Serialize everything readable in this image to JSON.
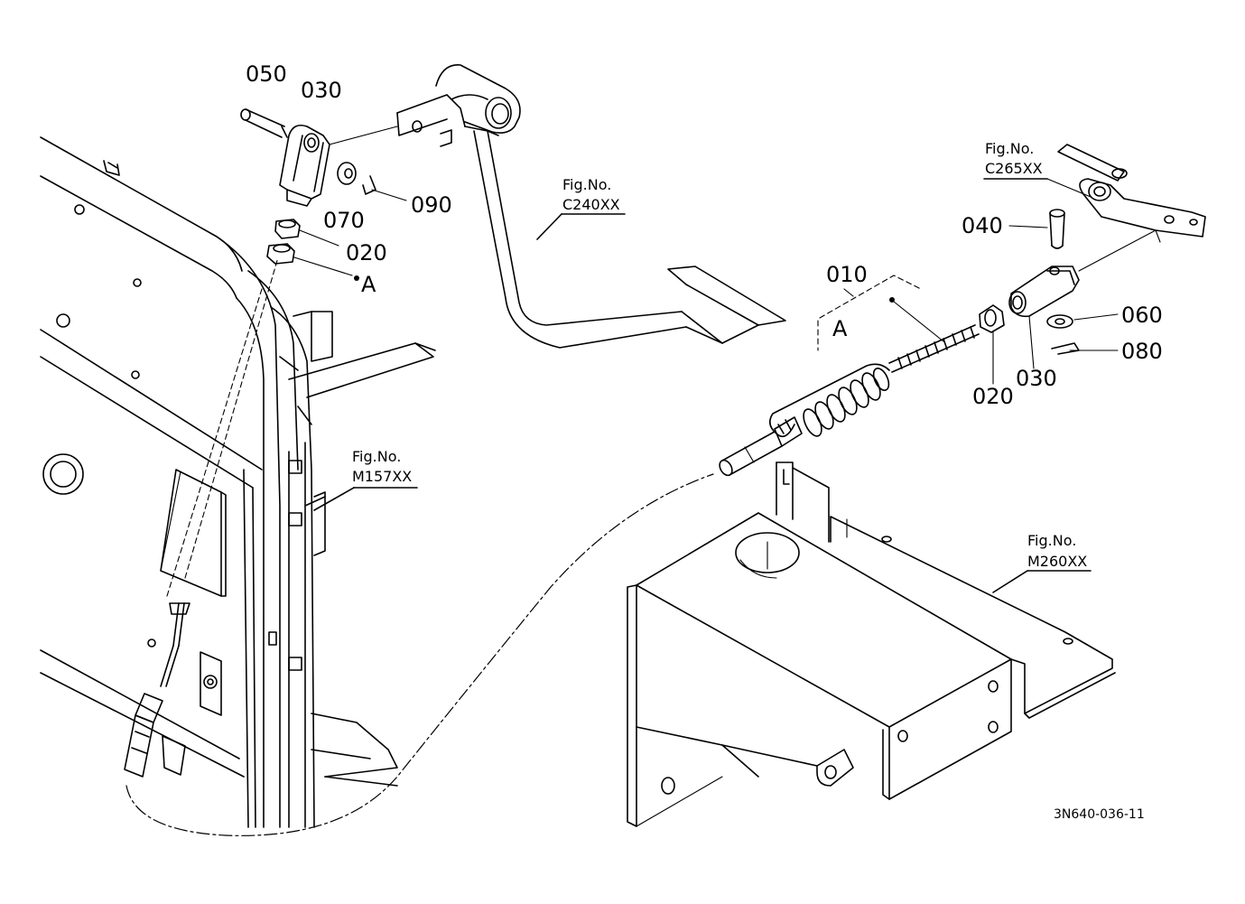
{
  "drawing_code": "3N640-036-11",
  "callouts": {
    "p050": "050",
    "p030_top": "030",
    "p070": "070",
    "p090": "090",
    "p020_top": "020",
    "a_top": "A",
    "p010": "010",
    "a_view": "A",
    "p040": "040",
    "p060": "060",
    "p080": "080",
    "p020_right": "020",
    "p030_right": "030"
  },
  "figure_refs": [
    {
      "id": "c240",
      "line1": "Fig.No.",
      "line2": "C240XX"
    },
    {
      "id": "c265",
      "line1": "Fig.No.",
      "line2": "C265XX"
    },
    {
      "id": "m157",
      "line1": "Fig.No.",
      "line2": "M157XX"
    },
    {
      "id": "m260",
      "line1": "Fig.No.",
      "line2": "M260XX"
    }
  ]
}
